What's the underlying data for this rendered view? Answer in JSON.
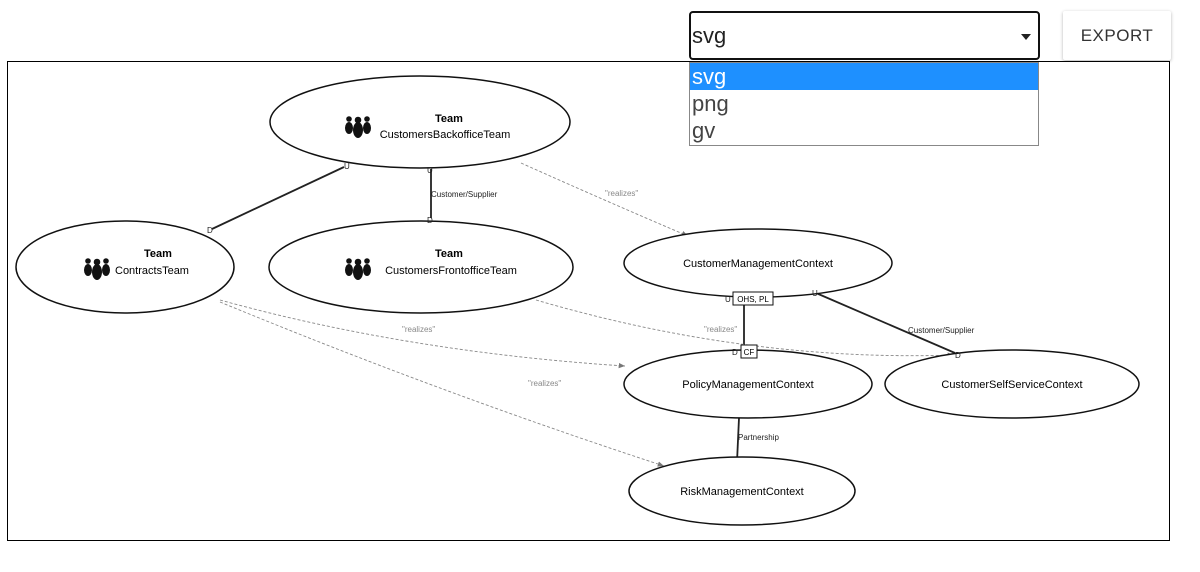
{
  "format_select": {
    "value": "svg",
    "options": [
      "svg",
      "png",
      "gv"
    ]
  },
  "export_button": "EXPORT",
  "diagram": {
    "nodes": {
      "backoffice": {
        "type": "Team",
        "name": "CustomersBackofficeTeam"
      },
      "contracts": {
        "type": "Team",
        "name": "ContractsTeam"
      },
      "frontoffice": {
        "type": "Team",
        "name": "CustomersFrontofficeTeam"
      },
      "customer_mgmt": {
        "name": "CustomerManagementContext"
      },
      "policy_mgmt": {
        "name": "PolicyManagementContext"
      },
      "self_service": {
        "name": "CustomerSelfServiceContext"
      },
      "risk_mgmt": {
        "name": "RiskManagementContext"
      }
    },
    "edge_labels": {
      "customer_supplier_teams": "Customer/Supplier",
      "customer_supplier_contexts": "Customer/Supplier",
      "partnership": "Partnership",
      "realizes": "\"realizes\""
    },
    "markers": {
      "upstream": "U",
      "downstream": "D",
      "ohs_pl": "OHS, PL",
      "cf": "CF"
    }
  }
}
